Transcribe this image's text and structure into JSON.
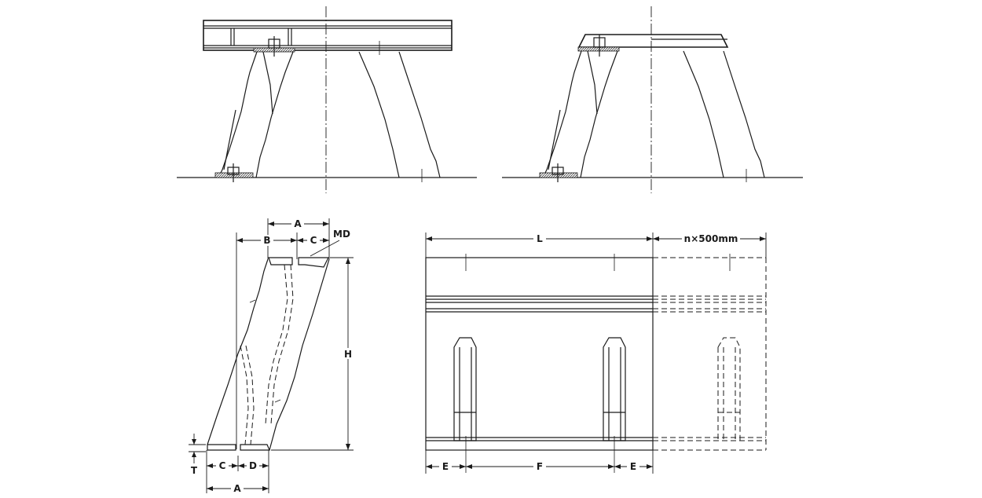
{
  "labels": {
    "A_top": "A",
    "B": "B",
    "C_top": "C",
    "MD": "MD",
    "H": "H",
    "T": "T",
    "C_bottom": "C",
    "D": "D",
    "A_bottom": "A",
    "L": "L",
    "n500": "n×500mm",
    "E_left": "E",
    "F": "F",
    "E_right": "E"
  }
}
